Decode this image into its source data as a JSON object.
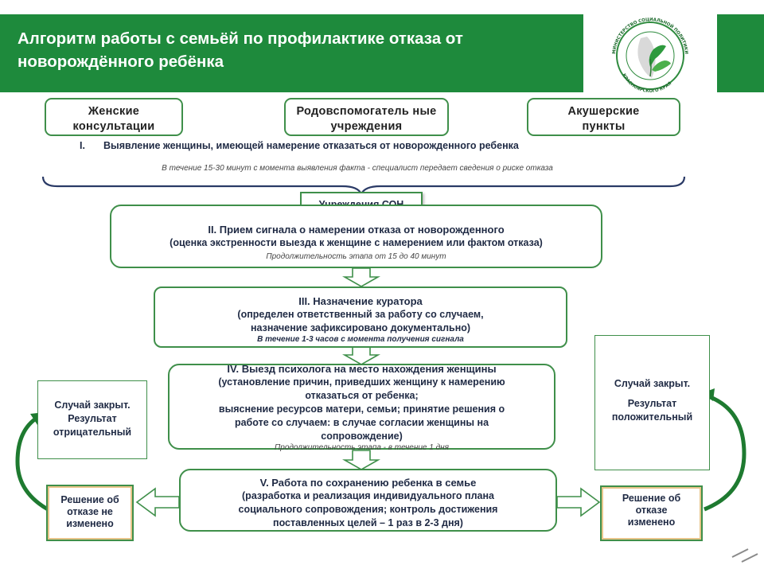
{
  "header": {
    "title": "Алгоритм работы с семьёй по профилактике отказа от новорождённого ребёнка",
    "logo_text": "МИНИСТЕРСТВО СОЦИАЛЬНОЙ ПОЛИТИКИ КРАСНОЯРСКОГО КРАЯ"
  },
  "sources": [
    {
      "label": "Женские консультации"
    },
    {
      "label": "Родовспомогатель ные учреждения"
    },
    {
      "label": "Акушерские пункты"
    }
  ],
  "stage1": {
    "num": "I.",
    "text": "Выявление женщины, имеющей намерение отказаться  от новорожденного ребенка",
    "note": "В течение 15-30 минут с момента выявления факта -  специалист передает сведения о риске отказа"
  },
  "son_label": "Учреждения СОН",
  "stage2": {
    "title": "II. Прием сигнала о намерении  отказа от новорожденного",
    "desc": "(оценка экстренности выезда к женщине с намерением или фактом отказа)",
    "dur": "Продолжительность этапа  от 15 до  40 минут"
  },
  "stage3": {
    "title": "III. Назначение куратора",
    "desc1": "(определен ответственный за работу со случаем,",
    "desc2": "назначение зафиксировано документально)",
    "dur": "В течение 1-3 часов с момента получения сигнала"
  },
  "stage4": {
    "title": "IV. Выезд  психолога на место нахождения женщины",
    "l1": "(установление причин, приведших женщину к намерению",
    "l2": "отказаться от ребенка;",
    "l3": "выяснение ресурсов матери, семьи; принятие решения о",
    "l4": "работе со случаем: в случае согласии женщины на",
    "l5": "сопровождение)",
    "dur": "Продолжительность этапа - в течение 1 дня"
  },
  "stage5": {
    "title": "V. Работа по сохранению ребенка в семье",
    "l1": "(разработка и реализация индивидуального плана",
    "l2": "социального  сопровождения; контроль  достижения",
    "l3": "поставленных целей – 1 раз в 2-3 дня)"
  },
  "left_case": {
    "l1": "Случай закрыт.",
    "l2": "Результат",
    "l3": "отрицательный"
  },
  "right_case": {
    "l1": "Случай закрыт.",
    "l2": "Результат",
    "l3": "положительный"
  },
  "left_decision": {
    "l1": "Решение об",
    "l2": "отказе не",
    "l3": "изменено"
  },
  "right_decision": {
    "l1": "Решение об",
    "l2": "отказе",
    "l3": "изменено"
  },
  "colors": {
    "header_green": "#1e8a3c",
    "border_green": "#3f8f4a",
    "decision_accent": "#e8c58a"
  }
}
